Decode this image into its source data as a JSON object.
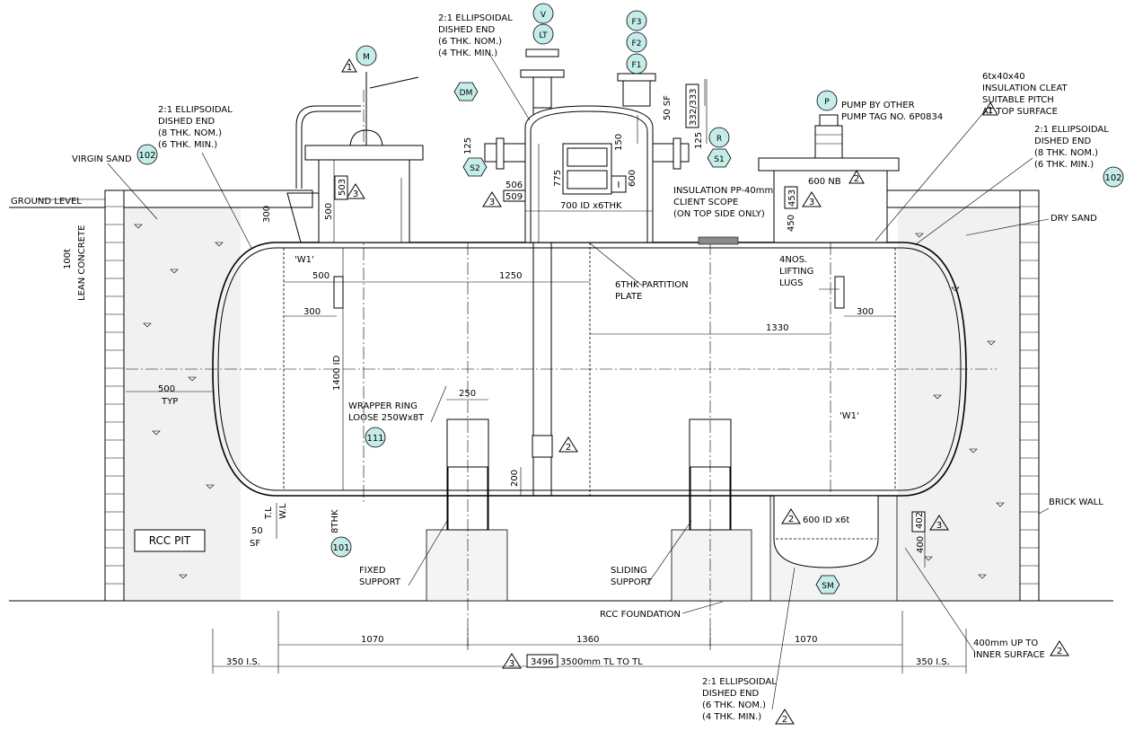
{
  "labels": {
    "ground_level": "GROUND LEVEL",
    "lean_concrete": "LEAN CONCRETE",
    "lean_concrete_thk": "100t",
    "virgin_sand": "VIRGIN SAND",
    "left_end_1": "2:1 ELLIPSOIDAL",
    "left_end_2": "DISHED END",
    "left_end_3": "(8 THK. NOM.)",
    "left_end_4": "(6 THK. MIN.)",
    "top_end_1": "2:1 ELLIPSOIDAL",
    "top_end_2": "DISHED END",
    "top_end_3": "(6 THK. NOM.)",
    "top_end_4": "(4 THK. MIN.)",
    "pump_1": "PUMP BY OTHER",
    "pump_2": "PUMP TAG NO. 6P0834",
    "cleat_1": "6tx40x40",
    "cleat_2": "INSULATION CLEAT",
    "cleat_3": "SUITABLE PITCH",
    "cleat_4": "AT TOP SURFACE",
    "right_end_1": "2:1 ELLIPSOIDAL",
    "right_end_2": "DISHED END",
    "right_end_3": "(8 THK. NOM.)",
    "right_end_4": "(6 THK. MIN.)",
    "insul_1": "INSULATION PP-40mm",
    "insul_2": "CLIENT SCOPE",
    "insul_3": "(ON TOP SIDE ONLY)",
    "dry_sand": "DRY SAND",
    "partition_1": "6THK PARTITION",
    "partition_2": "PLATE",
    "lugs_1": "4NOS.",
    "lugs_2": "LIFTING",
    "lugs_3": "LUGS",
    "wrapper_1": "WRAPPER RING",
    "wrapper_2": "LOOSE 250Wx8T",
    "weld_w1": "'W1'",
    "rcc_pit": "RCC PIT",
    "fixed_1": "FIXED",
    "fixed_2": "SUPPORT",
    "sliding_1": "SLIDING",
    "sliding_2": "SUPPORT",
    "rcc_foundation": "RCC FOUNDATION",
    "brick_wall": "BRICK WALL",
    "bottom_end_1": "2:1 ELLIPSOIDAL",
    "bottom_end_2": "DISHED END",
    "bottom_end_3": "(6 THK. NOM.)",
    "bottom_end_4": "(4 THK. MIN.)",
    "inner_1": "400mm UP TO",
    "inner_2": "INNER SURFACE",
    "typ": "TYP",
    "sf": "SF",
    "tl": "T.L",
    "wl": "W.L",
    "rev": "3"
  },
  "dims": {
    "d500_left": "500",
    "d300_left": "300",
    "d1250": "1250",
    "d1330": "1330",
    "d300_right": "300",
    "d1400": "1400 ID",
    "d250": "250",
    "d200": "200",
    "d300_nozzle": "300",
    "d500_nozzle": "500",
    "d503": "503",
    "d125_left": "125",
    "d506": "506",
    "d509": "509",
    "d775": "775",
    "d150": "150",
    "d600": "600",
    "d700": "700 ID x6THK",
    "d50sf_top": "50 SF",
    "d332_333": "332/333",
    "d125_right": "125",
    "d600nb": "600 NB",
    "d450": "450",
    "d453": "453",
    "d500typ": "500",
    "d50sf": "50",
    "d8thk": "8THK",
    "d600id": "600 ID x6t",
    "d402": "402",
    "d400": "400",
    "d1070_left": "1070",
    "d1360": "1360",
    "d1070_right": "1070",
    "d350_left": "350 I.S.",
    "d350_right": "350 I.S.",
    "d3496": "3496",
    "d3500": "3500mm TL TO TL"
  },
  "tags": {
    "M": "M",
    "V": "V",
    "LT": "LT",
    "F3": "F3",
    "F2": "F2",
    "F1": "F1",
    "DM": "DM",
    "S2": "S2",
    "S1": "S1",
    "R": "R",
    "P": "P",
    "SM": "SM",
    "I": "I"
  },
  "items": {
    "i102_left": "102",
    "i102_right": "102",
    "i111": "111",
    "i101": "101"
  },
  "revisions": {
    "r3": "3",
    "r2": "2",
    "r1": "1"
  },
  "colors": {
    "tag_fill": "#c4ece9",
    "line": "#000000"
  }
}
